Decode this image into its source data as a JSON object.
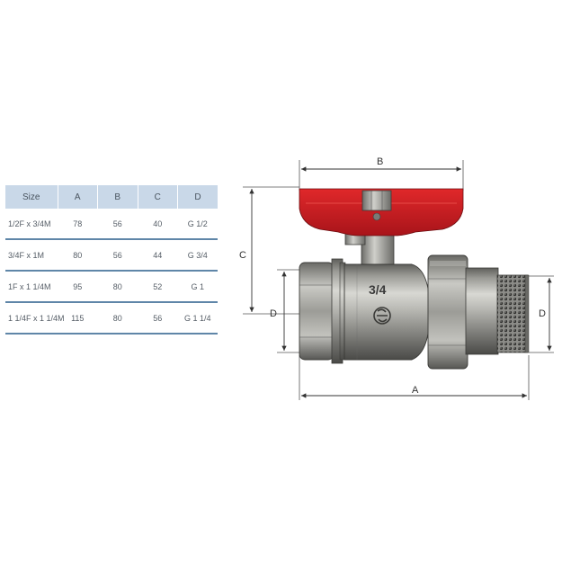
{
  "table": {
    "headers": [
      "Size",
      "A",
      "B",
      "C",
      "D"
    ],
    "rows": [
      [
        "1/2F x 3/4M",
        "78",
        "56",
        "40",
        "G 1/2"
      ],
      [
        "3/4F x 1M",
        "80",
        "56",
        "44",
        "G 3/4"
      ],
      [
        "1F x 1 1/4M",
        "95",
        "80",
        "52",
        "G 1"
      ],
      [
        "1 1/4F x 1 1/4M",
        "115",
        "80",
        "56",
        "G 1 1/4"
      ]
    ]
  },
  "drawing": {
    "dimension_labels": {
      "a": "A",
      "b": "B",
      "c": "C",
      "d_left": "D",
      "d_right": "D"
    },
    "body_marking": "3/4",
    "colors": {
      "handle": "#c8191c",
      "body": "#8a8a86",
      "table_header": "#c9d8e8",
      "row_rule": "#5f86a8"
    }
  }
}
